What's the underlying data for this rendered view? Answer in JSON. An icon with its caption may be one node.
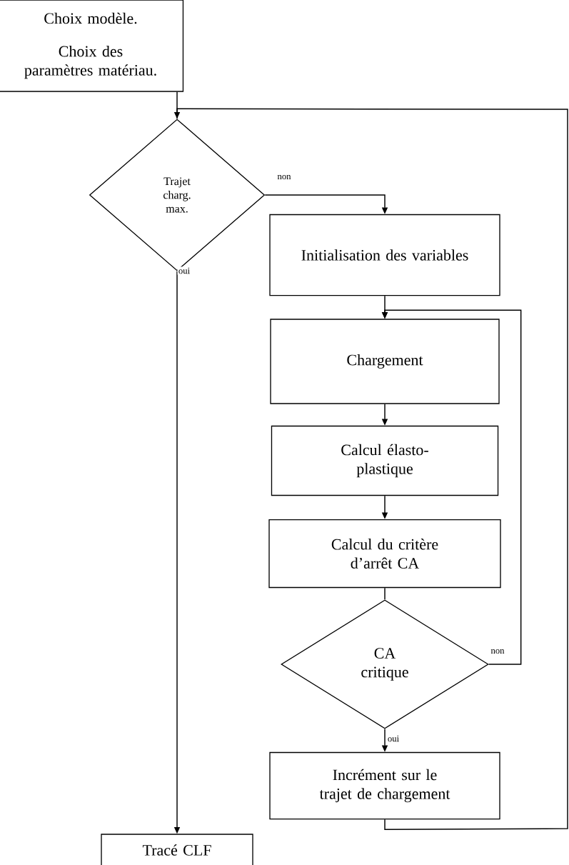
{
  "diagram": {
    "nodes": [
      {
        "text": [
          "Choix modèle.",
          "Choix des paramètres matériau."
        ]
      },
      {
        "text": [
          "Trajet charg. max."
        ]
      },
      {
        "text": [
          "Initialisation des variables"
        ]
      },
      {
        "text": [
          "Chargement"
        ]
      },
      {
        "text": [
          "Calcul élasto- plastique"
        ]
      },
      {
        "text": [
          "Calcul du critère d’arrêt CA"
        ]
      },
      {
        "text": [
          "CA critique"
        ]
      },
      {
        "text": [
          "Incrément sur le trajet de chargement"
        ]
      },
      {
        "text": [
          "Tracé CLF"
        ]
      }
    ],
    "edges": [
      {
        "from": 0,
        "to": 1,
        "arrow": "none"
      },
      {
        "from": 1,
        "to": 2,
        "arrow": "to",
        "label": "non"
      },
      {
        "from": 1,
        "to": 8,
        "arrow": "to",
        "label": "oui"
      },
      {
        "from": 2,
        "to": 3,
        "arrow": "to"
      },
      {
        "from": 3,
        "to": 4,
        "arrow": "to"
      },
      {
        "from": 4,
        "to": 5,
        "arrow": "to"
      },
      {
        "from": 5,
        "to": 6,
        "arrow": "none"
      },
      {
        "from": 6,
        "to": 3,
        "arrow": "to",
        "label": "non"
      },
      {
        "from": 6,
        "to": 7,
        "arrow": "to",
        "label": "oui"
      },
      {
        "from": 7,
        "to": 1,
        "arrow": "to"
      }
    ]
  }
}
